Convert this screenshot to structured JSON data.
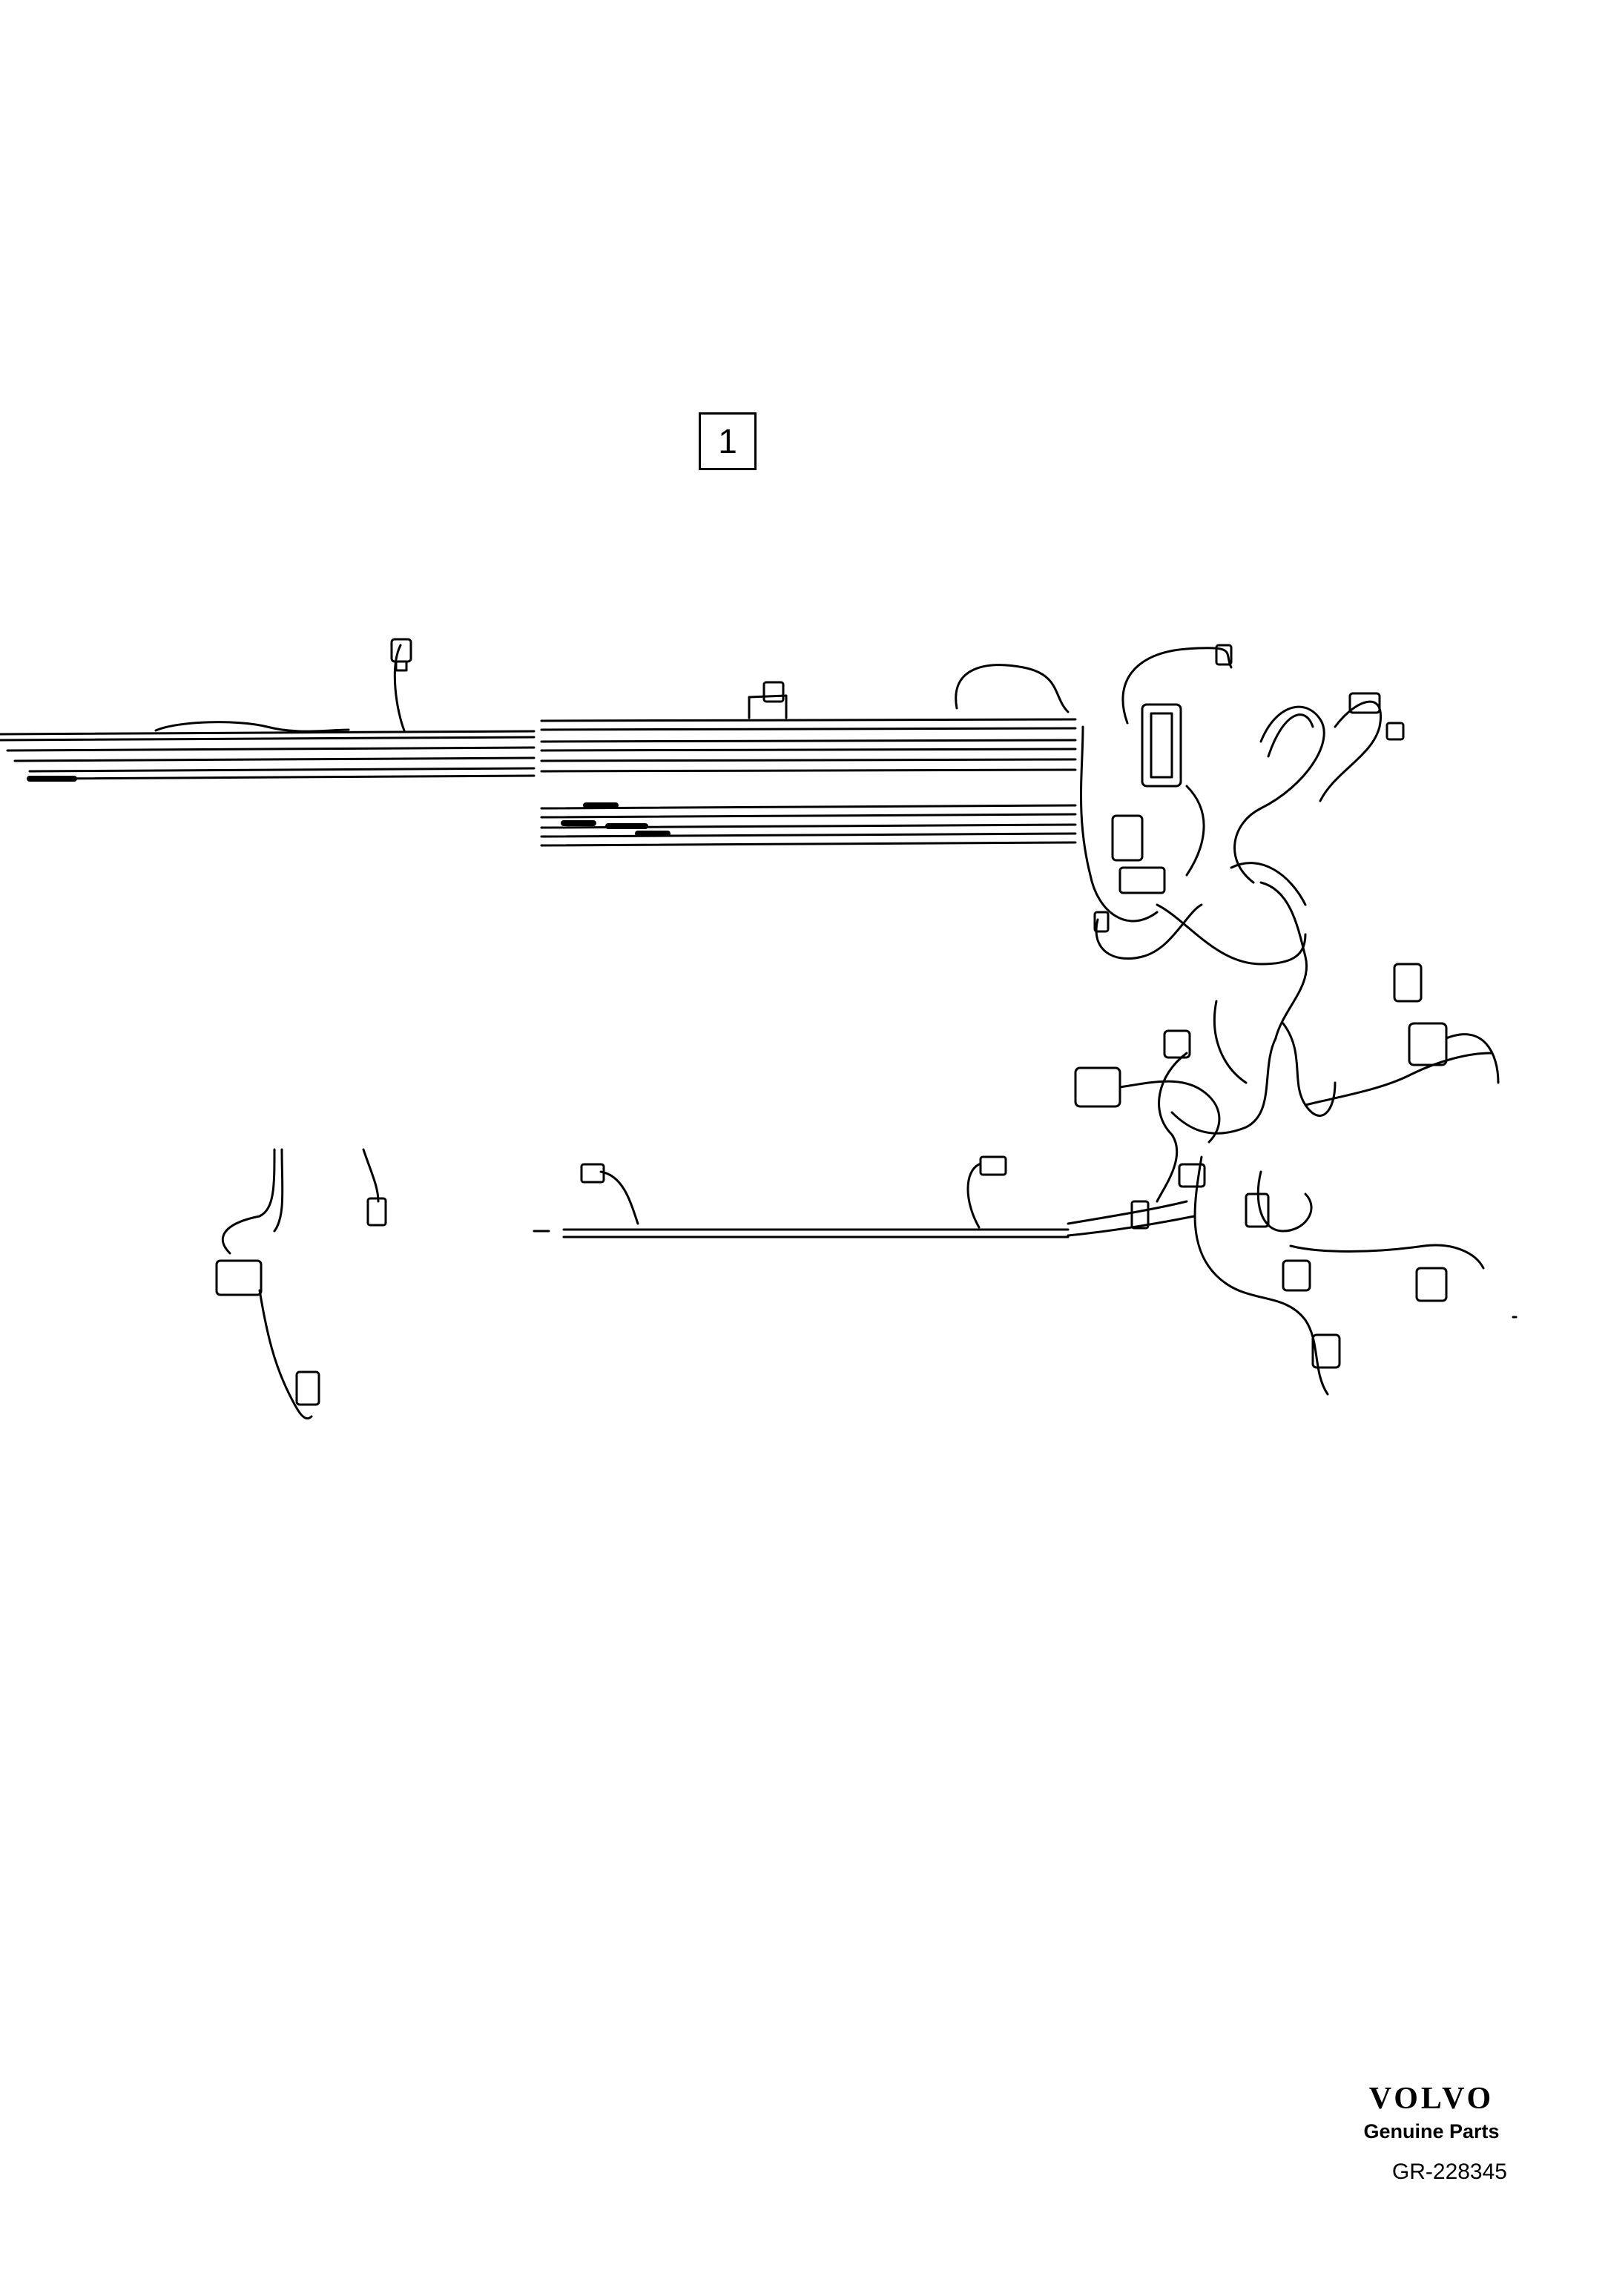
{
  "callout": {
    "label": "1"
  },
  "brand": {
    "logo": "VOLVO",
    "subtitle": "Genuine Parts"
  },
  "reference": {
    "code": "GR-228345"
  },
  "colors": {
    "line": "#000000",
    "background": "#ffffff"
  }
}
